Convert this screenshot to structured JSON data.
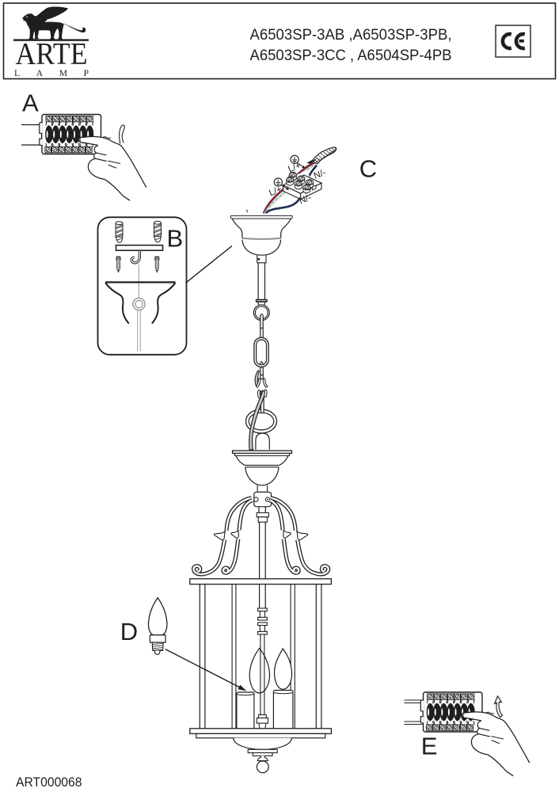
{
  "header": {
    "brand": {
      "name": "ARTE",
      "subtitle": "LAMP",
      "logo_icon": "winged-lion"
    },
    "product_codes": {
      "line1": "A6503SP-3AB ,A6503SP-3PB,",
      "line2": "A6503SP-3CC , A6504SP-4PB"
    },
    "certification": {
      "mark": "CE"
    }
  },
  "steps": {
    "a": "A",
    "b": "B",
    "c": "C",
    "d": "D",
    "e": "E"
  },
  "wiring_labels": {
    "live": "L/+",
    "neutral": "N/-"
  },
  "footer": {
    "document_code": "ART000068"
  },
  "colors": {
    "ink": "#1f1f1f",
    "wire_live": "#7a2030",
    "wire_neutral": "#232e4e",
    "wire_earth": "#9dbcaa",
    "metal_gray": "#c9c9c9",
    "screw_gray": "#8f8f8f"
  }
}
